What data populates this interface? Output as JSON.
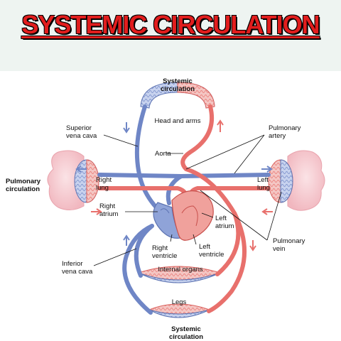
{
  "banner": {
    "title": "SYSTEMIC CIRCULATION"
  },
  "colors": {
    "oxygenated": "#e8706c",
    "deoxygenated": "#6f86c6",
    "title": "#e11d1d",
    "lung_pink": "#f5c9cf"
  },
  "labels": {
    "systemic_top": [
      "Systemic",
      "circulation"
    ],
    "systemic_bottom": [
      "Systemic",
      "circulation"
    ],
    "pulmonary": [
      "Pulmonary",
      "circulation"
    ],
    "head_arms": "Head and arms",
    "superior_vena_cava": [
      "Superior",
      "vena cava"
    ],
    "aorta": "Aorta",
    "pulmonary_artery": [
      "Pulmonary",
      "artery"
    ],
    "right_lung": [
      "Right",
      "lung"
    ],
    "left_lung": [
      "Left",
      "lung"
    ],
    "right_atrium": [
      "Right",
      "atrium"
    ],
    "left_atrium": [
      "Left",
      "atrium"
    ],
    "pulmonary_vein": [
      "Pulmonary",
      "vein"
    ],
    "right_ventricle": [
      "Right",
      "ventricle"
    ],
    "left_ventricle": [
      "Left",
      "ventricle"
    ],
    "inferior_vena_cava": [
      "Inferior",
      "vena cava"
    ],
    "internal_organs": "Internal organs",
    "legs": "Legs"
  }
}
